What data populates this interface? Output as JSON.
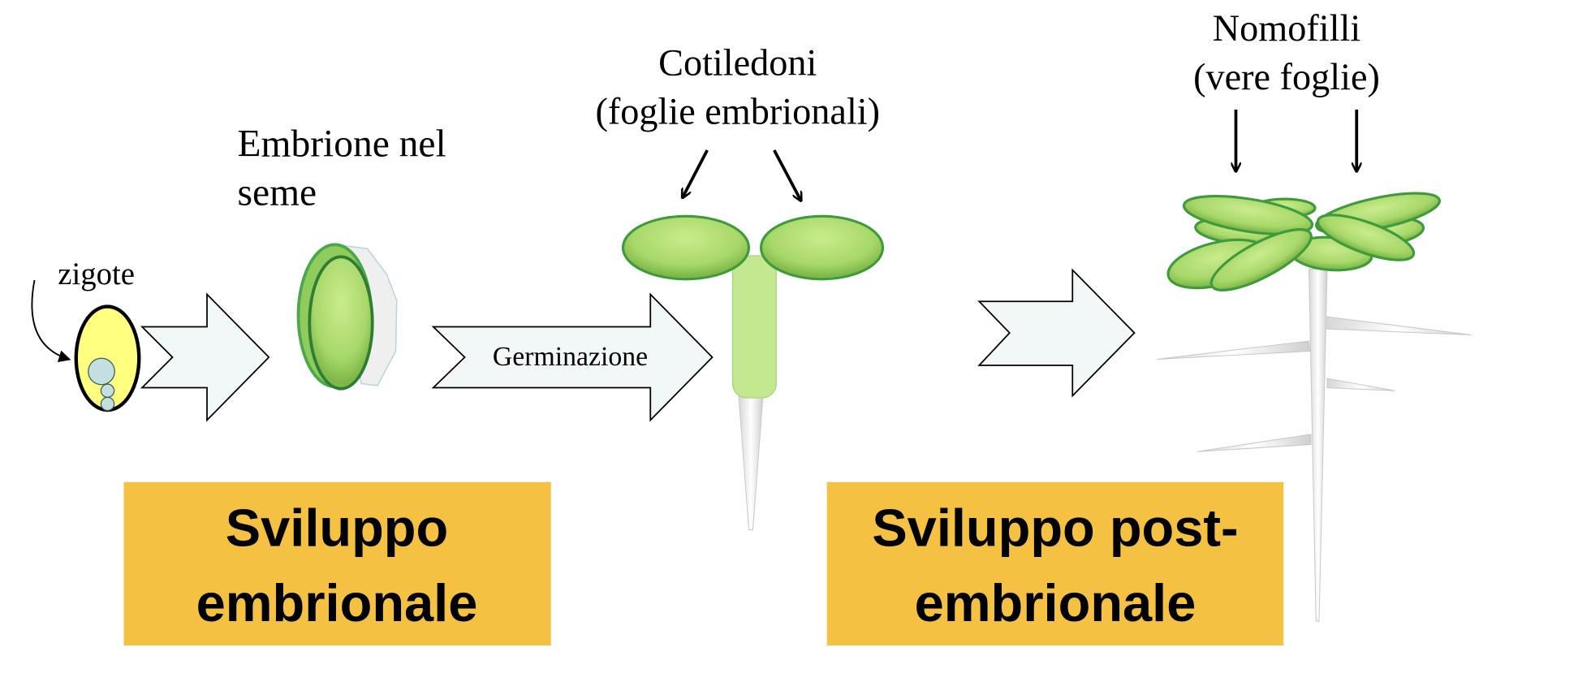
{
  "labels": {
    "zigote": "zigote",
    "embrione_line1": "Embrione nel",
    "embrione_line2": "seme",
    "germinazione": "Germinazione",
    "cotiledoni_line1": "Cotiledoni",
    "cotiledoni_line2": "(foglie embrionali)",
    "nomofilli_line1": "Nomofilli",
    "nomofilli_line2": "(vere foglie)"
  },
  "boxes": {
    "embrionale": {
      "line1": "Sviluppo",
      "line2": "embrionale"
    },
    "post_embrionale": {
      "line1": "Sviluppo post-",
      "line2": "embrionale"
    }
  },
  "colors": {
    "box": "#f4c143",
    "leaf": "#a8d86a",
    "leaf_stroke": "#3e9a3a",
    "arrow_fill": "#f2f7f7",
    "zygote_fill": "#ffff80",
    "cell_fill": "#c3dfe0"
  }
}
